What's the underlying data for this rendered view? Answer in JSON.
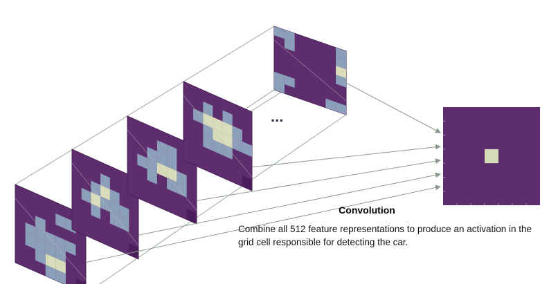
{
  "colors": {
    "map_fill": "#5e2d6e",
    "cell_blue": "#8c9fba",
    "cell_cream": "#d9dcba",
    "title_color": "#5a2d6c",
    "frame_line": "#9aa79a",
    "arrow_line": "#8a9a8a",
    "output_fill": "#5e2d6e",
    "output_cell": "#d6dbb8"
  },
  "ellipsis": "...",
  "caption": {
    "title": "Convolution",
    "body": "Combine all 512 feature representations to produce an activation in the grid cell responsible for detecting the car."
  },
  "feature_maps": [
    {
      "name": "feature-map-1",
      "cells": [
        [
          2,
          2,
          "b"
        ],
        [
          4,
          1,
          "b"
        ],
        [
          5,
          1,
          "b"
        ],
        [
          1,
          3,
          "b"
        ],
        [
          2,
          3,
          "b"
        ],
        [
          3,
          3,
          "b"
        ],
        [
          4,
          3,
          "b"
        ],
        [
          5,
          3,
          "b"
        ],
        [
          1,
          4,
          "b"
        ],
        [
          2,
          4,
          "b"
        ],
        [
          3,
          4,
          "b"
        ],
        [
          4,
          4,
          "b"
        ],
        [
          3,
          5,
          "c"
        ],
        [
          4,
          5,
          "c"
        ],
        [
          2,
          5,
          "b"
        ],
        [
          3,
          6,
          "b"
        ],
        [
          4,
          6,
          "b"
        ],
        [
          6,
          6,
          "b"
        ]
      ]
    },
    {
      "name": "feature-map-2",
      "cells": [
        [
          2,
          2,
          "b"
        ],
        [
          3,
          2,
          "c"
        ],
        [
          4,
          2,
          "b"
        ],
        [
          1,
          3,
          "b"
        ],
        [
          2,
          3,
          "c"
        ],
        [
          3,
          3,
          "b"
        ],
        [
          4,
          3,
          "b"
        ],
        [
          5,
          3,
          "b"
        ],
        [
          3,
          1,
          "b"
        ],
        [
          2,
          4,
          "b"
        ],
        [
          4,
          4,
          "b"
        ],
        [
          5,
          4,
          "b"
        ]
      ]
    },
    {
      "name": "feature-map-3",
      "cells": [
        [
          3,
          1,
          "b"
        ],
        [
          4,
          1,
          "b"
        ],
        [
          2,
          2,
          "b"
        ],
        [
          3,
          2,
          "b"
        ],
        [
          4,
          2,
          "b"
        ],
        [
          1,
          3,
          "b"
        ],
        [
          2,
          3,
          "b"
        ],
        [
          3,
          3,
          "c"
        ],
        [
          4,
          3,
          "c"
        ],
        [
          5,
          3,
          "b"
        ],
        [
          2,
          4,
          "b"
        ],
        [
          4,
          4,
          "b"
        ],
        [
          5,
          4,
          "b"
        ]
      ]
    },
    {
      "name": "feature-map-4",
      "cells": [
        [
          2,
          1,
          "b"
        ],
        [
          4,
          1,
          "b"
        ],
        [
          1,
          2,
          "b"
        ],
        [
          2,
          2,
          "c"
        ],
        [
          3,
          2,
          "c"
        ],
        [
          4,
          2,
          "c"
        ],
        [
          5,
          2,
          "b"
        ],
        [
          2,
          3,
          "b"
        ],
        [
          3,
          3,
          "c"
        ],
        [
          4,
          3,
          "c"
        ],
        [
          5,
          3,
          "b"
        ],
        [
          2,
          4,
          "b"
        ],
        [
          3,
          4,
          "b"
        ],
        [
          4,
          4,
          "b"
        ],
        [
          6,
          3,
          "b"
        ]
      ]
    },
    {
      "name": "feature-map-5",
      "cells": [
        [
          0,
          0,
          "b"
        ],
        [
          1,
          0,
          "b"
        ],
        [
          1,
          1,
          "b"
        ],
        [
          6,
          0,
          "b"
        ],
        [
          6,
          1,
          "b"
        ],
        [
          6,
          2,
          "c"
        ],
        [
          6,
          3,
          "b"
        ],
        [
          0,
          5,
          "b"
        ],
        [
          1,
          5,
          "b"
        ],
        [
          0,
          6,
          "b"
        ],
        [
          5,
          6,
          "b"
        ],
        [
          6,
          6,
          "b"
        ]
      ]
    }
  ],
  "output_map": {
    "grid": 7,
    "highlight_row": 3,
    "highlight_col": 3
  }
}
